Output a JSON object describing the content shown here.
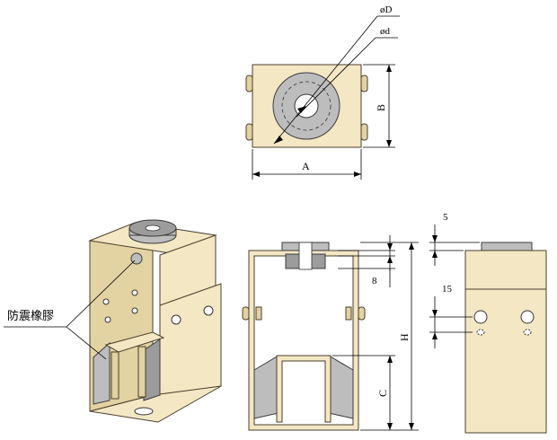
{
  "labels": {
    "dia_outer": "øD",
    "dia_inner": "ød",
    "width_a": "A",
    "depth_b": "B",
    "rubber": "防震橡膠",
    "dim_8": "8",
    "dim_h": "H",
    "dim_c": "C",
    "dim_5": "5",
    "dim_15": "15"
  },
  "colors": {
    "bracket": "#f3e7c4",
    "rubber": "#bdbdbd",
    "line": "#4a3f2c"
  }
}
